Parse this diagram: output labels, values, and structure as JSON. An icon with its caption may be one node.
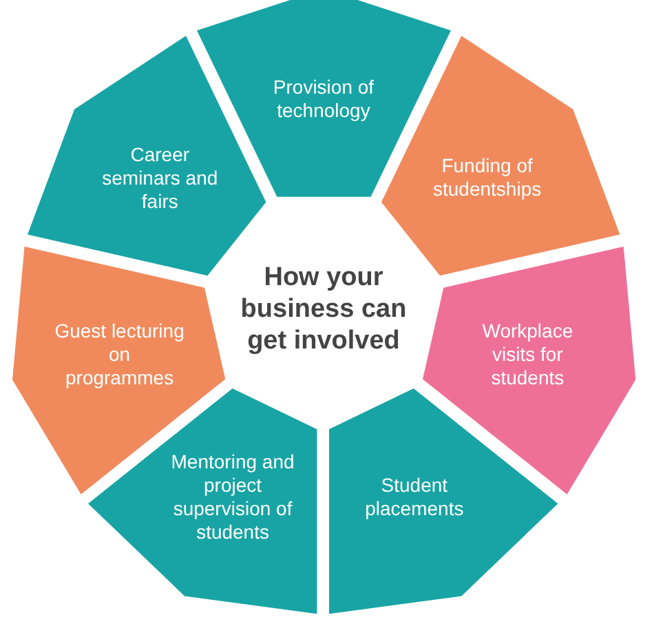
{
  "diagram": {
    "title": "How your business can get involved",
    "nodes": [
      {
        "text": [
          "Provision of technology"
        ]
      },
      {
        "text": [
          "Funding of studentships"
        ]
      },
      {
        "text": [
          "Workplace visits for students"
        ]
      },
      {
        "text": [
          "Student placements"
        ]
      },
      {
        "text": [
          "Mentoring and project supervision of students"
        ]
      },
      {
        "text": [
          "Guest lecturing on programmes"
        ]
      },
      {
        "text": [
          "Career seminars and fairs"
        ]
      }
    ]
  }
}
